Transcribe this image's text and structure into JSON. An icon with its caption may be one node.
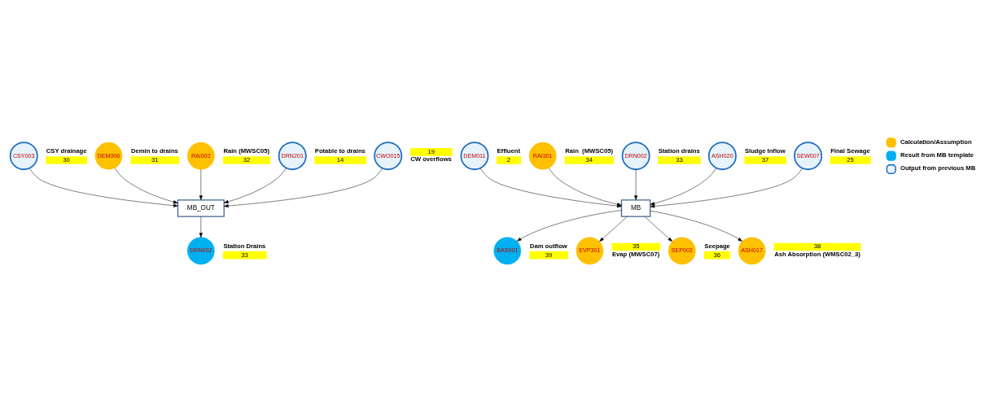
{
  "diagram": {
    "nodes": [
      {
        "text": [
          "MB_OUT"
        ]
      },
      {
        "text": [
          "CSY003"
        ],
        "beside": [
          "CSY drainage",
          "30"
        ]
      },
      {
        "text": [
          "DEM006"
        ],
        "beside": [
          "Demin to drains",
          "31"
        ]
      },
      {
        "text": [
          "RAI002"
        ],
        "beside": [
          "Rain (MWSC05)",
          "32"
        ]
      },
      {
        "text": [
          "DRN002"
        ],
        "beside": [
          "Station Drains",
          "33"
        ]
      },
      {
        "text": [
          "DRN201"
        ],
        "beside": [
          "Potable to drains",
          "14"
        ]
      },
      {
        "text": [
          "CWO015"
        ],
        "beside": [
          "19",
          "CW overflows"
        ]
      },
      {
        "text": [
          "MB"
        ]
      },
      {
        "text": [
          "DEM011"
        ],
        "beside": [
          "Effluent",
          "2"
        ]
      },
      {
        "text": [
          "RAI301"
        ],
        "beside": [
          "Rain  (MWSC05)",
          "34"
        ]
      },
      {
        "text": [
          "DRN002"
        ],
        "beside": [
          "Station drains",
          "33"
        ]
      },
      {
        "text": [
          "ASH020"
        ],
        "beside": [
          "Sludge Inflow",
          "37"
        ]
      },
      {
        "text": [
          "SEW007"
        ],
        "beside": [
          "Final Sewage",
          "25"
        ]
      },
      {
        "text": [
          "BAS001"
        ],
        "beside": [
          "Dam outflow",
          "39"
        ]
      },
      {
        "text": [
          "EVP301"
        ],
        "beside": [
          "35",
          "Evap (MWSC07)"
        ]
      },
      {
        "text": [
          "SEP002"
        ],
        "beside": [
          "Seepage",
          "36"
        ]
      },
      {
        "text": [
          "ASH017"
        ],
        "beside": [
          "38",
          "Ash Absorption (WMSC02_3)"
        ]
      }
    ],
    "edges": [
      {
        "from": 3,
        "to": 0,
        "arrow": "to"
      },
      {
        "from": 1,
        "to": 0,
        "arrow": "to"
      },
      {
        "from": 2,
        "to": 0,
        "arrow": "to"
      },
      {
        "from": 5,
        "to": 0,
        "arrow": "to"
      },
      {
        "from": 6,
        "to": 0,
        "arrow": "to"
      },
      {
        "from": 0,
        "to": 4,
        "arrow": "to"
      },
      {
        "from": 9,
        "to": 7,
        "arrow": "to"
      },
      {
        "from": 8,
        "to": 7,
        "arrow": "to"
      },
      {
        "from": 10,
        "to": 7,
        "arrow": "to"
      },
      {
        "from": 11,
        "to": 7,
        "arrow": "to"
      },
      {
        "from": 12,
        "to": 7,
        "arrow": "to"
      },
      {
        "from": 7,
        "to": 13,
        "arrow": "to"
      },
      {
        "from": 7,
        "to": 14,
        "arrow": "to"
      },
      {
        "from": 7,
        "to": 16,
        "arrow": "to"
      },
      {
        "from": 7,
        "to": 15,
        "arrow": "to"
      }
    ],
    "legend": [
      {
        "text": "Calculation/Assumption",
        "color": "#ffc000"
      },
      {
        "text": "Result from MB template",
        "color": "#00b0f0"
      },
      {
        "text": "Output from previous MB"
      }
    ]
  }
}
